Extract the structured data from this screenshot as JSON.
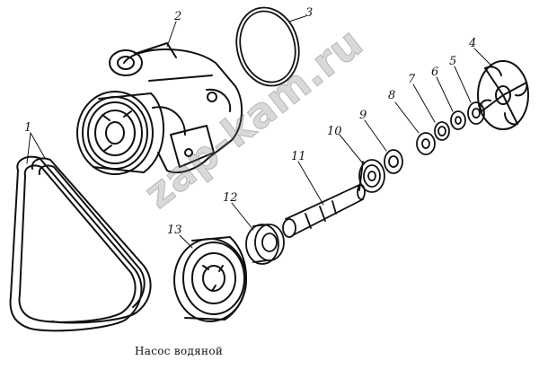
{
  "figure": {
    "caption": "Насос водяной",
    "watermark": "zap-kam.ru"
  },
  "callouts": [
    {
      "id": "1",
      "text": "1"
    },
    {
      "id": "2",
      "text": "2"
    },
    {
      "id": "3",
      "text": "3"
    },
    {
      "id": "4",
      "text": "4"
    },
    {
      "id": "5",
      "text": "5"
    },
    {
      "id": "6",
      "text": "6"
    },
    {
      "id": "7",
      "text": "7"
    },
    {
      "id": "8",
      "text": "8"
    },
    {
      "id": "9",
      "text": "9"
    },
    {
      "id": "10",
      "text": "10"
    },
    {
      "id": "11",
      "text": "11"
    },
    {
      "id": "12",
      "text": "12"
    },
    {
      "id": "13",
      "text": "13"
    }
  ],
  "colors": {
    "ink": "#111111",
    "background": "#ffffff"
  }
}
